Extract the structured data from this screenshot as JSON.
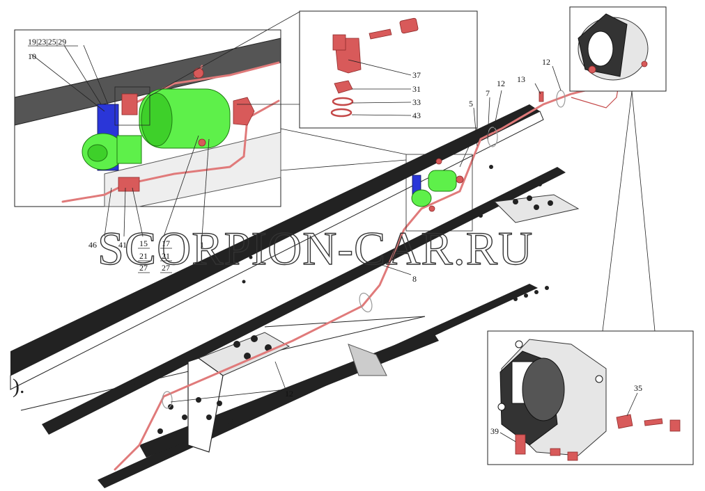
{
  "watermark": "SCORPION-CAR.RU",
  "partial_text": ").",
  "labels": {
    "c19": "19|23|25|29",
    "c10": "10",
    "c46": "46",
    "c41": "41",
    "c15": "15",
    "c21a": "21",
    "c27a": "27",
    "c17": "17",
    "c21b": "21",
    "c27b": "27",
    "c1": "1",
    "c37": "37",
    "c31": "31",
    "c33": "33",
    "c43": "43",
    "c5": "5",
    "c7": "7",
    "c12a": "12",
    "c13": "13",
    "c12b": "12",
    "c8": "8",
    "c12c": "12",
    "c35": "35",
    "c39": "39"
  },
  "colors": {
    "pipe": "#e07a7a",
    "fitting": "#d85a5a",
    "valve": "#5ef04a",
    "bracket": "#2a36d8",
    "frame": "#222222"
  }
}
